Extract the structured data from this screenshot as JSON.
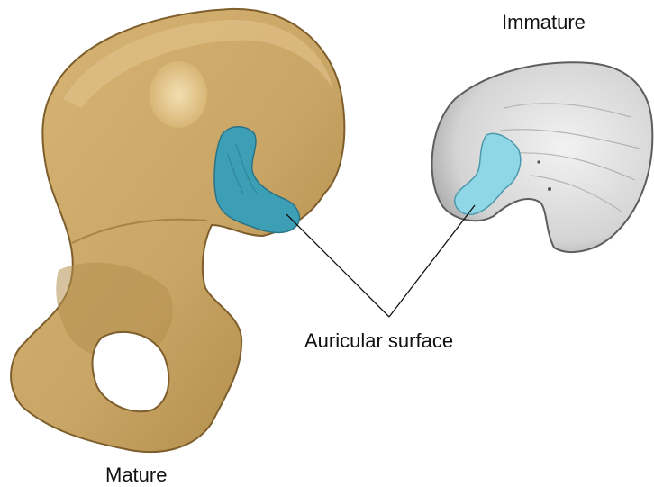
{
  "labels": {
    "immature": "Immature",
    "auricular": "Auricular surface",
    "mature": "Mature"
  },
  "colors": {
    "mature_bone": "#c9a566",
    "mature_bone_dark": "#9c7a3e",
    "immature_bone": "#dcdcdc",
    "immature_bone_dark": "#8c8c8c",
    "auricular_mature": "#3d9fb5",
    "auricular_immature": "#8fd6e6",
    "leader_line": "#111111"
  }
}
